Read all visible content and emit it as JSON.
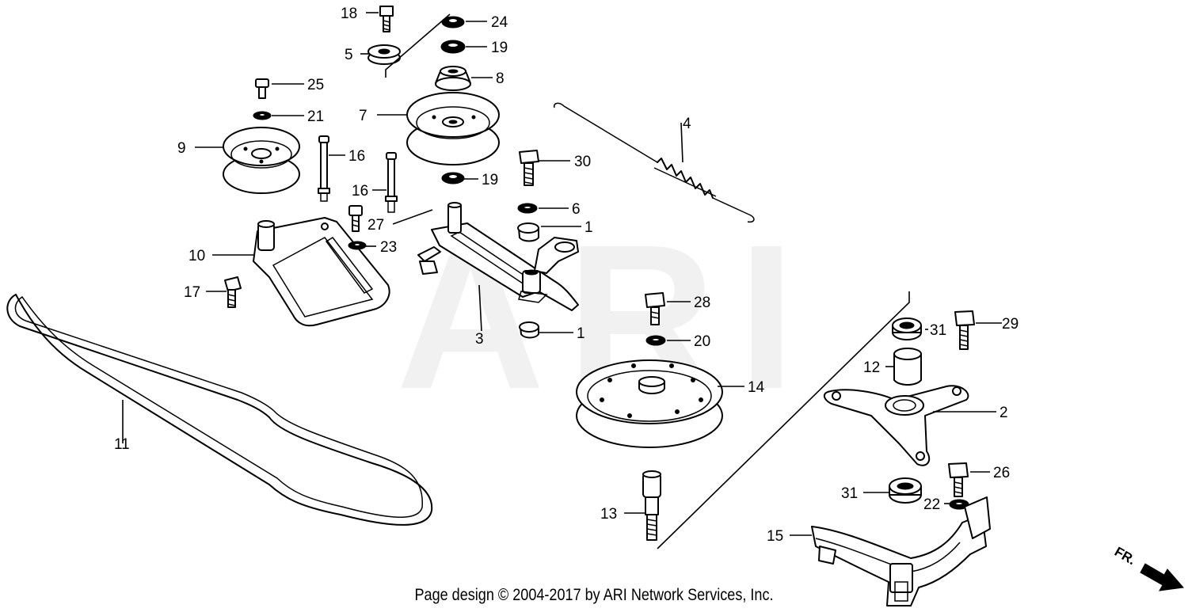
{
  "watermark": "ARI",
  "footer": "Page design © 2004-2017 by ARI Network Services, Inc.",
  "direction_label": "FR.",
  "callouts": {
    "c1a": "1",
    "c1b": "1",
    "c2": "2",
    "c3": "3",
    "c4": "4",
    "c5": "5",
    "c6": "6",
    "c7": "7",
    "c8": "8",
    "c9": "9",
    "c10": "10",
    "c11": "11",
    "c12": "12",
    "c13": "13",
    "c14": "14",
    "c15": "15",
    "c16a": "16",
    "c16b": "16",
    "c17": "17",
    "c18": "18",
    "c19a": "19",
    "c19b": "19",
    "c20": "20",
    "c21": "21",
    "c22": "22",
    "c23": "23",
    "c24": "24",
    "c25": "25",
    "c26": "26",
    "c27": "27",
    "c28": "28",
    "c29": "29",
    "c30": "30",
    "c31a": "31",
    "c31b": "31"
  }
}
